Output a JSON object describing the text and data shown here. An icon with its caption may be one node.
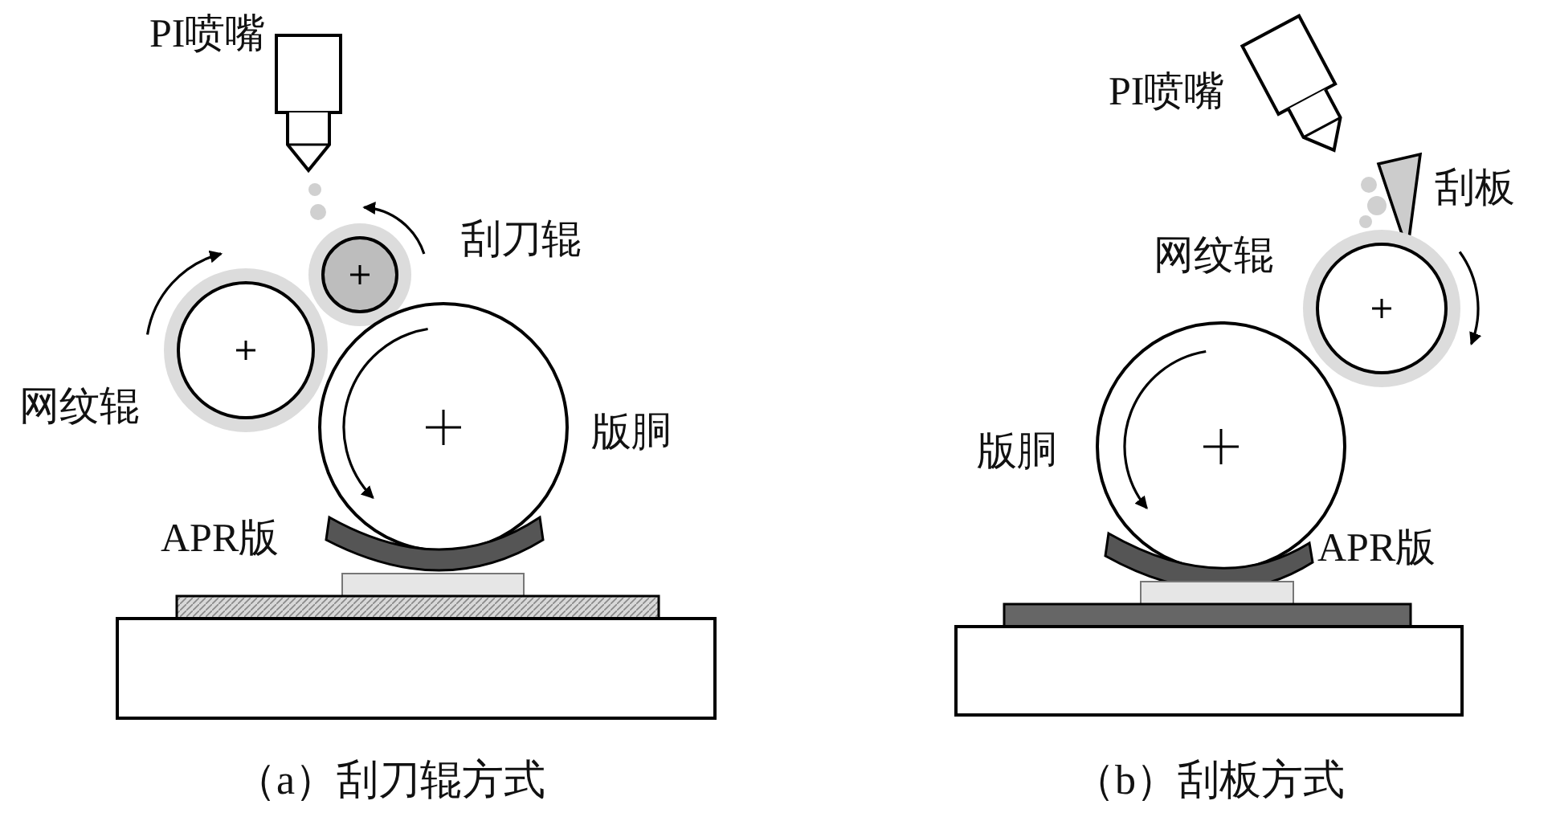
{
  "diagram": {
    "labels": [
      "PI喷嘴",
      "刮刀辊",
      "网纹辊",
      "版胴",
      "APR版",
      "（a）刮刀辊方式",
      "PI喷嘴",
      "刮板",
      "网纹辊",
      "版胴",
      "APR版",
      "（b）刮板方式"
    ]
  }
}
